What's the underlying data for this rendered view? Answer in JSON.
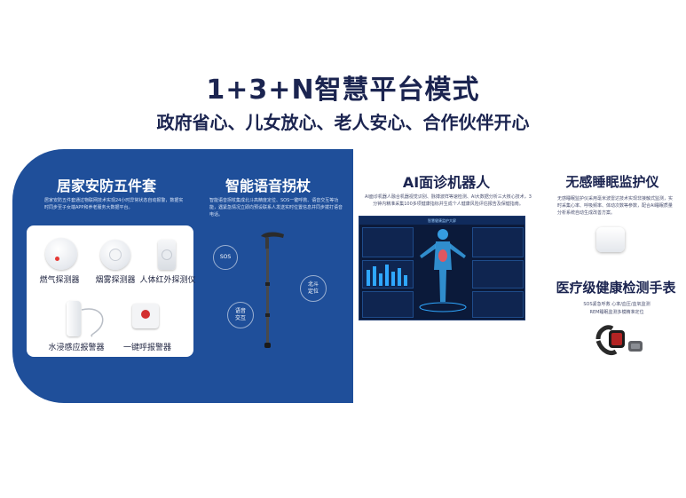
{
  "header": {
    "title": "1+3+N智慧平台模式",
    "subtitle": "政府省心、儿女放心、老人安心、合作伙伴开心"
  },
  "home_security": {
    "title": "居家安防五件套",
    "description": "居家安防五件套通过物联网技术实现24小时异常状态自动报警，数据实时同步至子女端APP和养老服务大数据平台。",
    "devices": [
      {
        "label": "燃气探测器",
        "icon": "gas-detector-icon"
      },
      {
        "label": "烟雾探测器",
        "icon": "smoke-detector-icon"
      },
      {
        "label": "人体红外探测仪",
        "icon": "infrared-sensor-icon"
      },
      {
        "label": "水浸感应报警器",
        "icon": "water-sensor-icon"
      },
      {
        "label": "一键呼报警器",
        "icon": "sos-button-icon"
      }
    ]
  },
  "cane": {
    "title": "智能语音拐杖",
    "description": "智能语音拐杖集成北斗高精度定位、SOS一键呼救、语音交互等功能，遇紧急情况立即向预设联系人发送实时位置信息并同步拨打语音电话。",
    "features": [
      "SOS",
      "北斗\n定位",
      "语音\n交互"
    ]
  },
  "ai_robot": {
    "title": "AI面诊机器人",
    "description": "AI面诊机器人融合机器视觉识别、脉搏波样等速检测、AI大数据分析三大核心技术，3分钟内精准采集100多项健康指标并生成个人健康风险评估报告及保健指南。",
    "dashboard_title": "智慧健康监护大屏"
  },
  "sleep_monitor": {
    "title": "无感睡眠监护仪",
    "description": "无感睡眠监护仪采用毫米波雷达技术实现非接触式监测，实时采集心率、呼吸频率、体动次数等参数，配合AI睡眠质量分析系统自动生成改善方案。"
  },
  "health_watch": {
    "title": "医疗级健康检测手表",
    "description_line1": "SOS紧急呼救 心率/血压/血氧监测",
    "description_line2": "REM睡眠监测多模精准定位"
  },
  "colors": {
    "primary_blue": "#1f4f9a",
    "title_navy": "#1b2450"
  }
}
